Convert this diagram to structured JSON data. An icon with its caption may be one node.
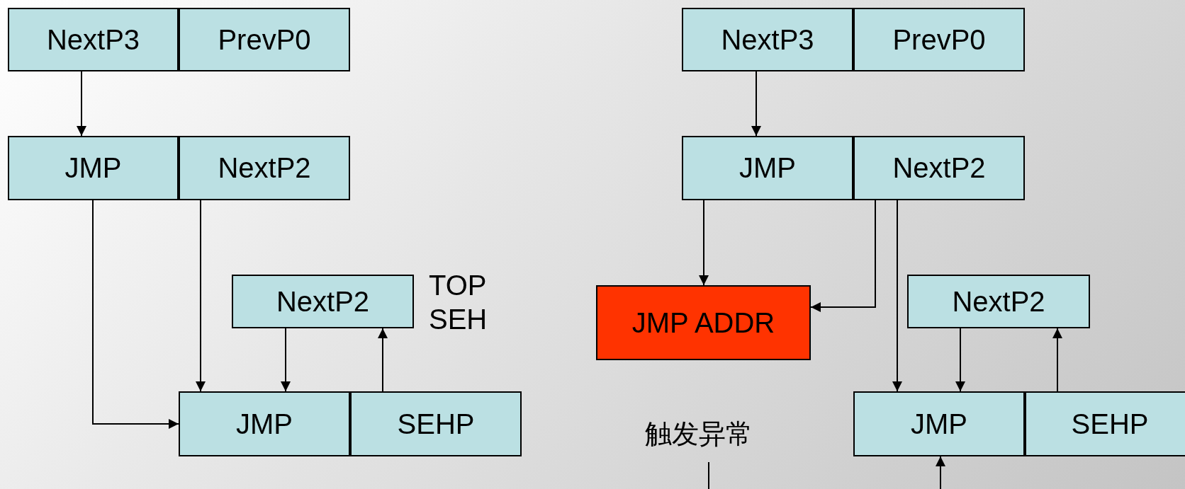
{
  "diagram": {
    "nodes": [
      {
        "text": [
          "NextP3"
        ]
      },
      {
        "text": [
          "PrevP0"
        ]
      },
      {
        "text": [
          "JMP"
        ]
      },
      {
        "text": [
          "NextP2"
        ]
      },
      {
        "text": [
          "NextP2"
        ],
        "beside": [
          "TOP SEH"
        ]
      },
      {
        "text": [
          "JMP"
        ]
      },
      {
        "text": [
          "SEHP"
        ]
      },
      {
        "text": [
          "NextP3"
        ]
      },
      {
        "text": [
          "PrevP0"
        ]
      },
      {
        "text": [
          "JMP"
        ]
      },
      {
        "text": [
          "NextP2"
        ]
      },
      {
        "text": [
          "JMP ADDR"
        ]
      },
      {
        "text": [
          "NextP2"
        ]
      },
      {
        "text": [
          "触发异常"
        ]
      },
      {
        "text": [
          "JMP"
        ]
      },
      {
        "text": [
          "SEHP"
        ]
      }
    ],
    "edges": [
      {
        "from": 0,
        "to": 2,
        "arrow": "to"
      },
      {
        "from": 2,
        "to": 5,
        "arrow": "to"
      },
      {
        "from": 3,
        "to": 5,
        "arrow": "to"
      },
      {
        "from": 4,
        "to": 5,
        "arrow": "to"
      },
      {
        "from": 6,
        "to": 4,
        "arrow": "to"
      },
      {
        "from": 7,
        "to": 9,
        "arrow": "to"
      },
      {
        "from": 9,
        "to": 11,
        "arrow": "to"
      },
      {
        "from": 10,
        "to": 11,
        "arrow": "to"
      },
      {
        "from": 10,
        "to": 14,
        "arrow": "to"
      },
      {
        "from": 12,
        "to": 14,
        "arrow": "to"
      },
      {
        "from": 15,
        "to": 12,
        "arrow": "to"
      },
      {
        "from": 13,
        "to": null,
        "arrow": "none"
      },
      {
        "from": null,
        "to": 14,
        "arrow": "to"
      }
    ]
  }
}
